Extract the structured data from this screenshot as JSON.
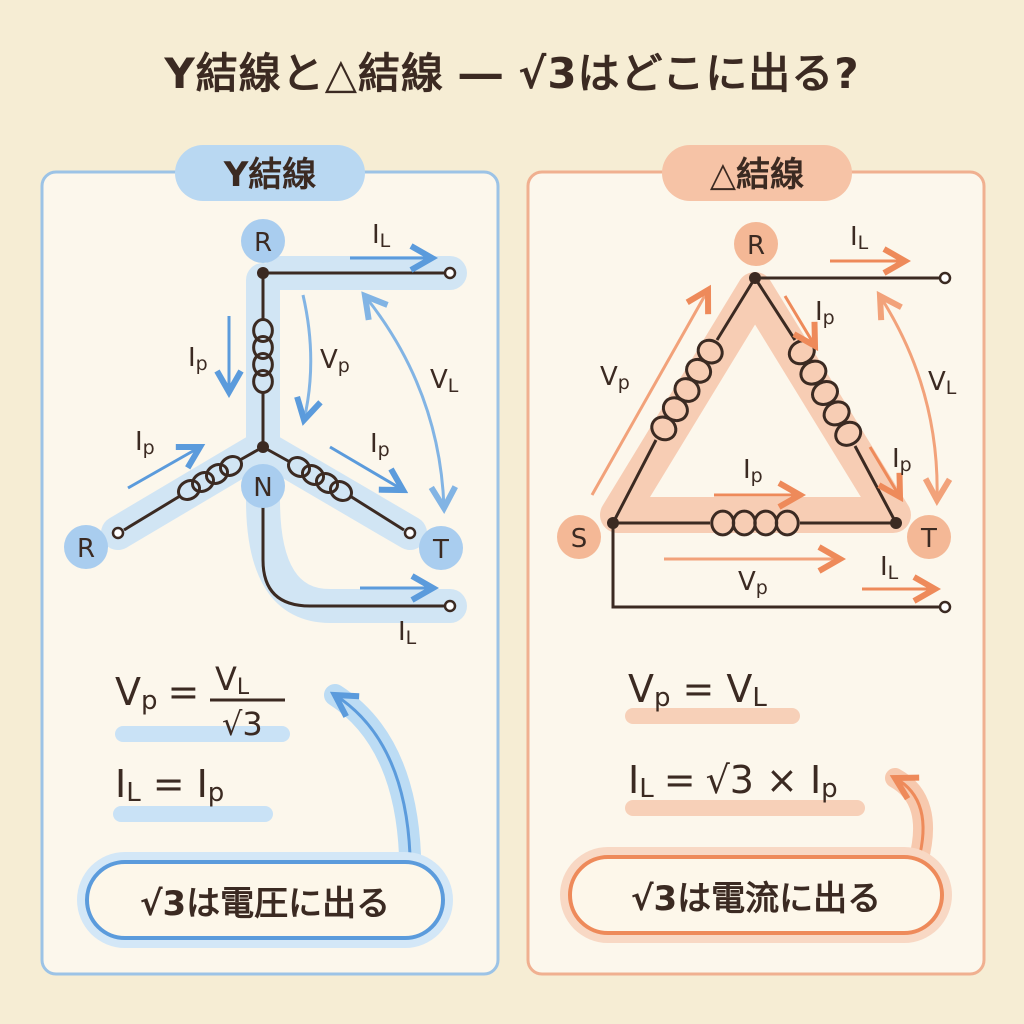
{
  "title": "Y結線と△結線 ― √3はどこに出る?",
  "colors": {
    "blue": "#5b9bdc",
    "blue_light": "#bfdcf3",
    "orange": "#ee8a5a",
    "orange_light": "#f7c9ae",
    "wire": "#3b2a22",
    "bg": "#f6edd4",
    "panel": "#fcf7ec"
  },
  "y_panel": {
    "heading": "Y結線",
    "nodes": {
      "top": "R",
      "left": "R",
      "center": "N",
      "right": "T"
    },
    "labels": {
      "il_top": {
        "main": "I",
        "sub": "L"
      },
      "ip_vertical": {
        "main": "I",
        "sub": "p"
      },
      "vp": {
        "main": "V",
        "sub": "p"
      },
      "vl": {
        "main": "V",
        "sub": "L"
      },
      "ip_left": {
        "main": "I",
        "sub": "p"
      },
      "ip_right": {
        "main": "I",
        "sub": "p"
      },
      "il_bottom": {
        "main": "I",
        "sub": "L"
      }
    },
    "formula1": {
      "lhs_main": "V",
      "lhs_sub": "p",
      "eq": "=",
      "num_main": "V",
      "num_sub": "L",
      "den": "√3"
    },
    "formula2": {
      "lhs_main": "I",
      "lhs_sub": "L",
      "eq": "=",
      "rhs_main": "I",
      "rhs_sub": "p"
    },
    "bubble": "√3は電圧に出る"
  },
  "delta_panel": {
    "heading": "△結線",
    "nodes": {
      "top": "R",
      "left": "S",
      "right": "T"
    },
    "labels": {
      "il_top": {
        "main": "I",
        "sub": "L"
      },
      "ip_right_upper": {
        "main": "I",
        "sub": "p"
      },
      "vp_left": {
        "main": "V",
        "sub": "p"
      },
      "vl": {
        "main": "V",
        "sub": "L"
      },
      "ip_right_lower": {
        "main": "I",
        "sub": "p"
      },
      "ip_bottom": {
        "main": "I",
        "sub": "p"
      },
      "vp_bottom": {
        "main": "V",
        "sub": "p"
      },
      "il_bottom": {
        "main": "I",
        "sub": "L"
      }
    },
    "formula1": {
      "lhs_main": "V",
      "lhs_sub": "p",
      "eq": "=",
      "rhs_main": "V",
      "rhs_sub": "L"
    },
    "formula2": {
      "lhs_main": "I",
      "lhs_sub": "L",
      "eq": "=",
      "rhs": "√3 × ",
      "rhs_main": "I",
      "rhs_sub": "p"
    },
    "bubble": "√3は電流に出る"
  }
}
